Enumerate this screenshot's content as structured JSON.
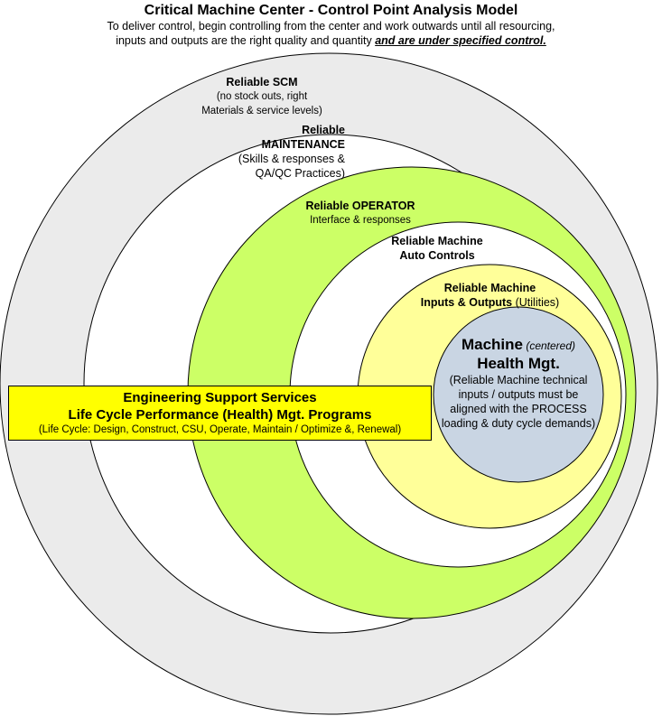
{
  "header": {
    "title": "Critical Machine Center - Control Point Analysis Model",
    "subtitle_line1": "To deliver control, begin controlling from the center and work outwards until all resourcing,",
    "subtitle_line2_plain": "inputs and outputs are the right quality and quantity ",
    "subtitle_line2_emphasis": "and are under specified control."
  },
  "colors": {
    "outer_ring": "#ebebeb",
    "maintenance_ring": "#ffffff",
    "operator_ring": "#ccff66",
    "auto_controls_ring": "#ffffff",
    "utilities_ring": "#ffff99",
    "core": "#c9d5e3",
    "banner": "#ffff00"
  },
  "rings": {
    "scm": {
      "title": "Reliable SCM",
      "desc1": "(no stock outs, right",
      "desc2": "Materials & service levels)"
    },
    "maintenance": {
      "title1": "Reliable",
      "title2": "MAINTENANCE",
      "desc1": "(Skills & responses &",
      "desc2": "QA/QC Practices)"
    },
    "operator": {
      "title": "Reliable OPERATOR",
      "desc": "Interface & responses"
    },
    "auto_controls": {
      "title1": "Reliable Machine",
      "title2": "Auto Controls"
    },
    "utilities": {
      "title1": "Reliable Machine",
      "title2": "Inputs & Outputs",
      "desc": " (Utilities)"
    },
    "core": {
      "title": "Machine",
      "title_note": " (centered)",
      "title2": "Health Mgt.",
      "desc1": "(Reliable Machine technical",
      "desc2": "inputs / outputs must be",
      "desc3": "aligned with the PROCESS",
      "desc4": "loading & duty cycle demands)"
    }
  },
  "banner": {
    "line1": "Engineering Support Services",
    "line2": "Life Cycle Performance (Health) Mgt. Programs",
    "line3": "(Life Cycle: Design, Construct, CSU, Operate, Maintain / Optimize &, Renewal)"
  }
}
